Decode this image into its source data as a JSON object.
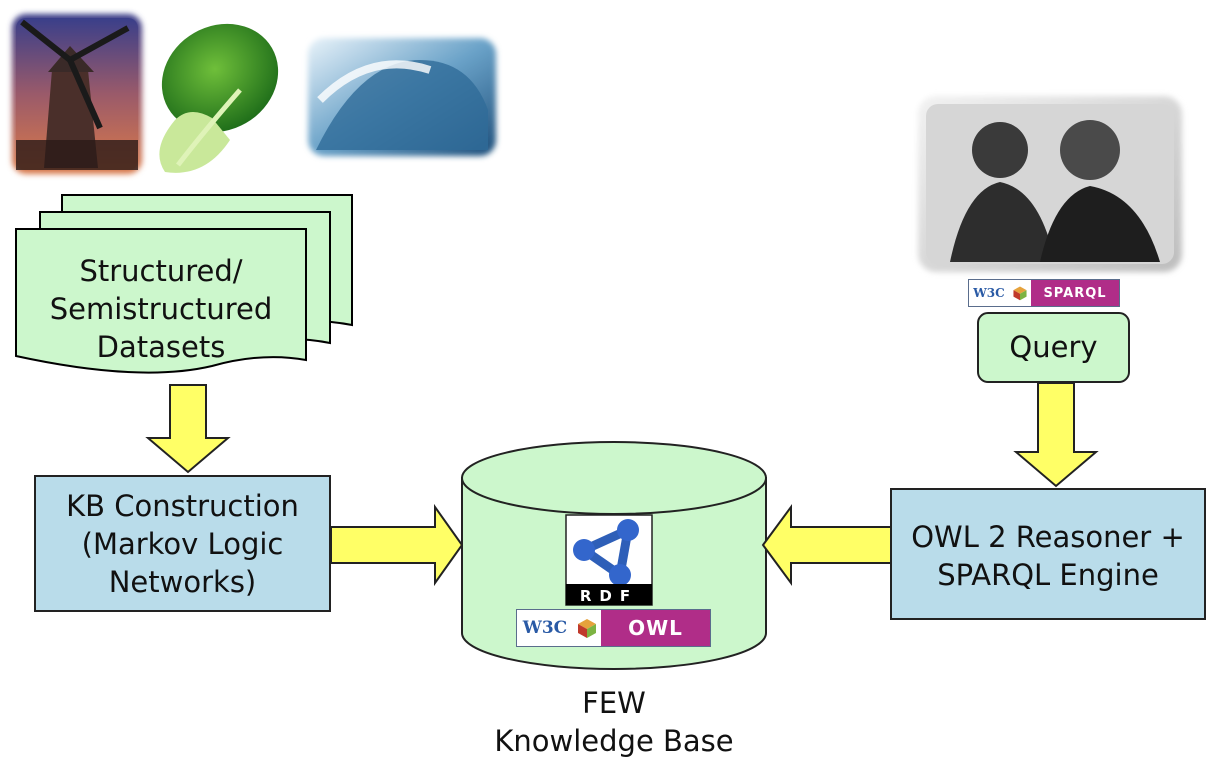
{
  "diagram": {
    "datasets": {
      "lines": [
        "Structured/",
        "Semistructured",
        "Datasets"
      ]
    },
    "kb_construction": {
      "lines": [
        "KB Construction",
        "(Markov Logic",
        "Networks)"
      ]
    },
    "knowledge_base": {
      "lines": [
        "FEW",
        "Knowledge Base"
      ]
    },
    "reasoner": {
      "lines": [
        "OWL 2 Reasoner +",
        "SPARQL Engine"
      ]
    },
    "query": {
      "label": "Query"
    },
    "logos": {
      "rdf": "RDF",
      "owl_badge": {
        "w3c": "W3C",
        "tag": "OWL"
      },
      "sparql_badge": {
        "w3c": "W3C",
        "tag": "SPARQL"
      }
    },
    "images": [
      "windmill-photo",
      "bok-choy-photo",
      "ocean-wave-photo",
      "people-photo"
    ],
    "colors": {
      "green_fill": "#ccf7cc",
      "blue_fill": "#b9dcea",
      "arrow_fill": "#ffff66",
      "owl_magenta": "#b02d88",
      "rdf_blue": "#3366cc"
    }
  }
}
